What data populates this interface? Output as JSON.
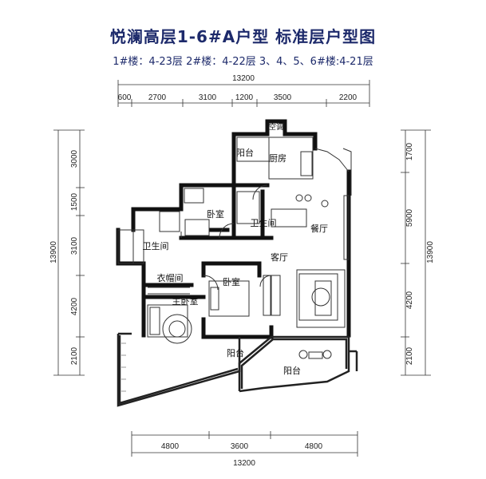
{
  "header": {
    "title": "悦澜高层1-6#A户型 标准层户型图",
    "subtitle": "1#楼：4-23层   2#楼：4-22层   3、4、5、6#楼:4-21层"
  },
  "dimensions": {
    "top_total": "13200",
    "top_segments": [
      "600",
      "2700",
      "3100",
      "1200",
      "3500",
      "2200"
    ],
    "bottom_segments": [
      "4800",
      "3600",
      "4800"
    ],
    "bottom_total": "13200",
    "left_segments": [
      "3000",
      "1500",
      "3100",
      "4200",
      "2100"
    ],
    "left_total": "13900",
    "right_segments": [
      "1700",
      "5900",
      "4200",
      "2100"
    ],
    "right_total": "13900"
  },
  "rooms": {
    "aircon": "空调",
    "balcony_top": "阳台",
    "kitchen": "厨房",
    "bedroom_small": "卧室",
    "bathroom_right": "卫生间",
    "bathroom_left": "卫生间",
    "dining": "餐厅",
    "living": "客厅",
    "wardrobe": "衣帽间",
    "bedroom_mid": "卧室",
    "master_bedroom": "主卧室",
    "balcony_small": "阳台",
    "balcony_big": "阳台"
  }
}
